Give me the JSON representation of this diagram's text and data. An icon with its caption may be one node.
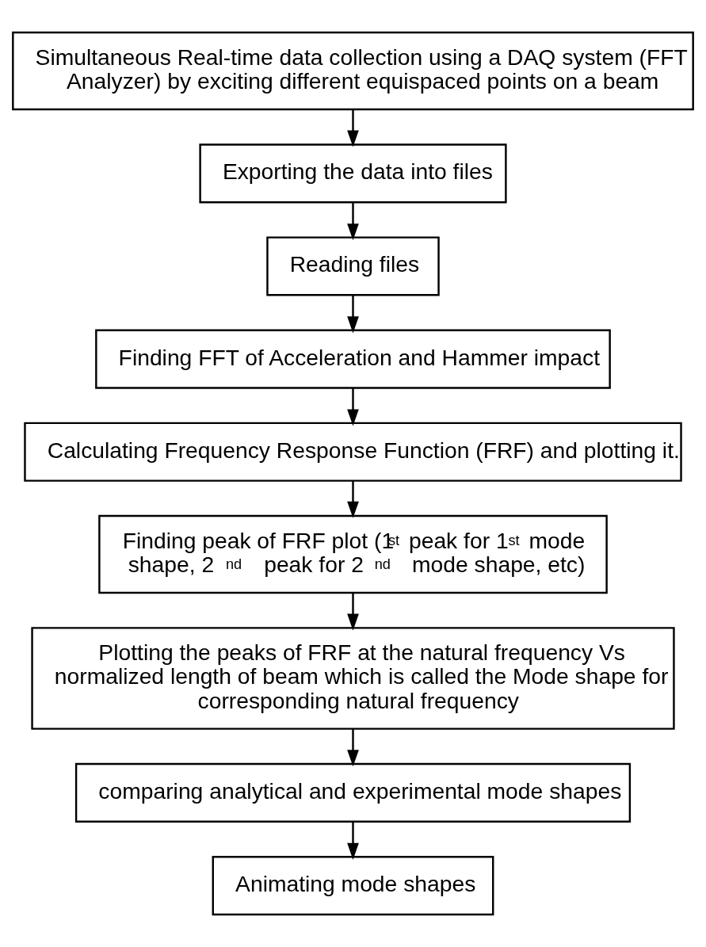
{
  "diagram": {
    "nodes": [
      {
        "text": [
          "Simultaneous Real-time data collection using a DAQ system (FFT Analyzer) by exciting different equispaced points on a beam"
        ]
      },
      {
        "text": [
          "Exporting the data into files"
        ]
      },
      {
        "text": [
          "Reading files"
        ]
      },
      {
        "text": [
          "Finding FFT of Acceleration and Hammer impact"
        ]
      },
      {
        "text": [
          "Calculating Frequency Response Function (FRF) and plotting it."
        ]
      },
      {
        "text": [
          "Finding peak of FRF plot (1$^{st}$ peak for 1$^{st}$ mode shape, 2$^{nd}$ peak for 2$^{nd}$ mode shape, etc)"
        ]
      },
      {
        "text": [
          "Plotting the peaks of FRF at the natural frequency Vs normalized length of beam which is called the Mode shape for corresponding natural frequency"
        ]
      },
      {
        "text": [
          "comparing analytical and experimental mode shapes"
        ]
      },
      {
        "text": [
          "Animating mode shapes"
        ]
      }
    ],
    "edges": [
      {
        "from": 0,
        "to": 1,
        "arrow": "to"
      },
      {
        "from": 1,
        "to": 2,
        "arrow": "to"
      },
      {
        "from": 2,
        "to": 3,
        "arrow": "to"
      },
      {
        "from": 3,
        "to": 4,
        "arrow": "to"
      },
      {
        "from": 4,
        "to": 5,
        "arrow": "to"
      },
      {
        "from": 5,
        "to": 6,
        "arrow": "to"
      },
      {
        "from": 6,
        "to": 7,
        "arrow": "to"
      },
      {
        "from": 7,
        "to": 8,
        "arrow": "to"
      }
    ]
  }
}
